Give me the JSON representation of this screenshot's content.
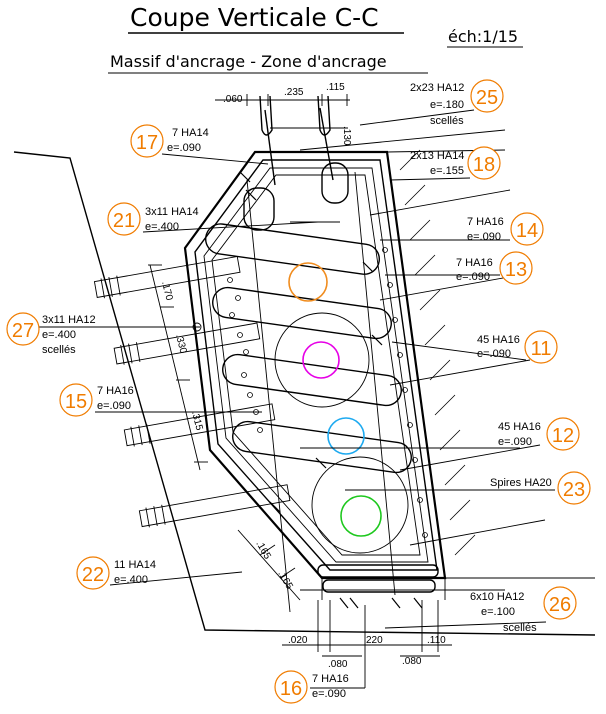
{
  "title": "Coupe Verticale C-C",
  "scale": "éch:1/15",
  "subtitle": "Massif d'ancrage - Zone d'ancrage",
  "callouts": [
    {
      "num": "25",
      "line1": "2x23 HA12",
      "line2": "e=.180",
      "line3": "scellés"
    },
    {
      "num": "17",
      "line1": "7 HA14",
      "line2": "e=.090"
    },
    {
      "num": "18",
      "line1": "2x13 HA14",
      "line2": "e=.155"
    },
    {
      "num": "21",
      "line1": "3x11 HA14",
      "line2": "e=.400"
    },
    {
      "num": "14",
      "line1": "7 HA16",
      "line2": "e=.090"
    },
    {
      "num": "13",
      "line1": "7 HA16",
      "line2": "e=.090"
    },
    {
      "num": "27",
      "line1": "3x11 HA12",
      "line2": "e=.400",
      "line3": "scellés"
    },
    {
      "num": "11",
      "line1": "45 HA16",
      "line2": "e=.090"
    },
    {
      "num": "15",
      "line1": "7 HA16",
      "line2": "e=.090"
    },
    {
      "num": "12",
      "line1": "45 HA16",
      "line2": "e=.090"
    },
    {
      "num": "23",
      "line1": "Spires HA20"
    },
    {
      "num": "22",
      "line1": "11 HA14",
      "line2": "e=.400"
    },
    {
      "num": "26",
      "line1": "6x10 HA12",
      "line2": "e=.100",
      "line3": "scellés"
    },
    {
      "num": "16",
      "line1": "7 HA16",
      "line2": "e=.090"
    }
  ],
  "dimensions": {
    "top_060": ".060",
    "top_235": ".235",
    "top_115": ".115",
    "top_130": ".130",
    "left_170": ".170",
    "left_330": ".330",
    "left_315": ".315",
    "diag_165a": ".165",
    "diag_165b": ".165",
    "bot_020": ".020",
    "bot_220": "220",
    "bot_110": ".110",
    "bot_080a": ".080",
    "bot_080b": ".080"
  },
  "colors": {
    "bubble": "#f07c00",
    "circle_orange": "#f08c1e",
    "circle_magenta": "#e600e6",
    "circle_cyan": "#1eaaf0",
    "circle_green": "#1ec81e"
  }
}
